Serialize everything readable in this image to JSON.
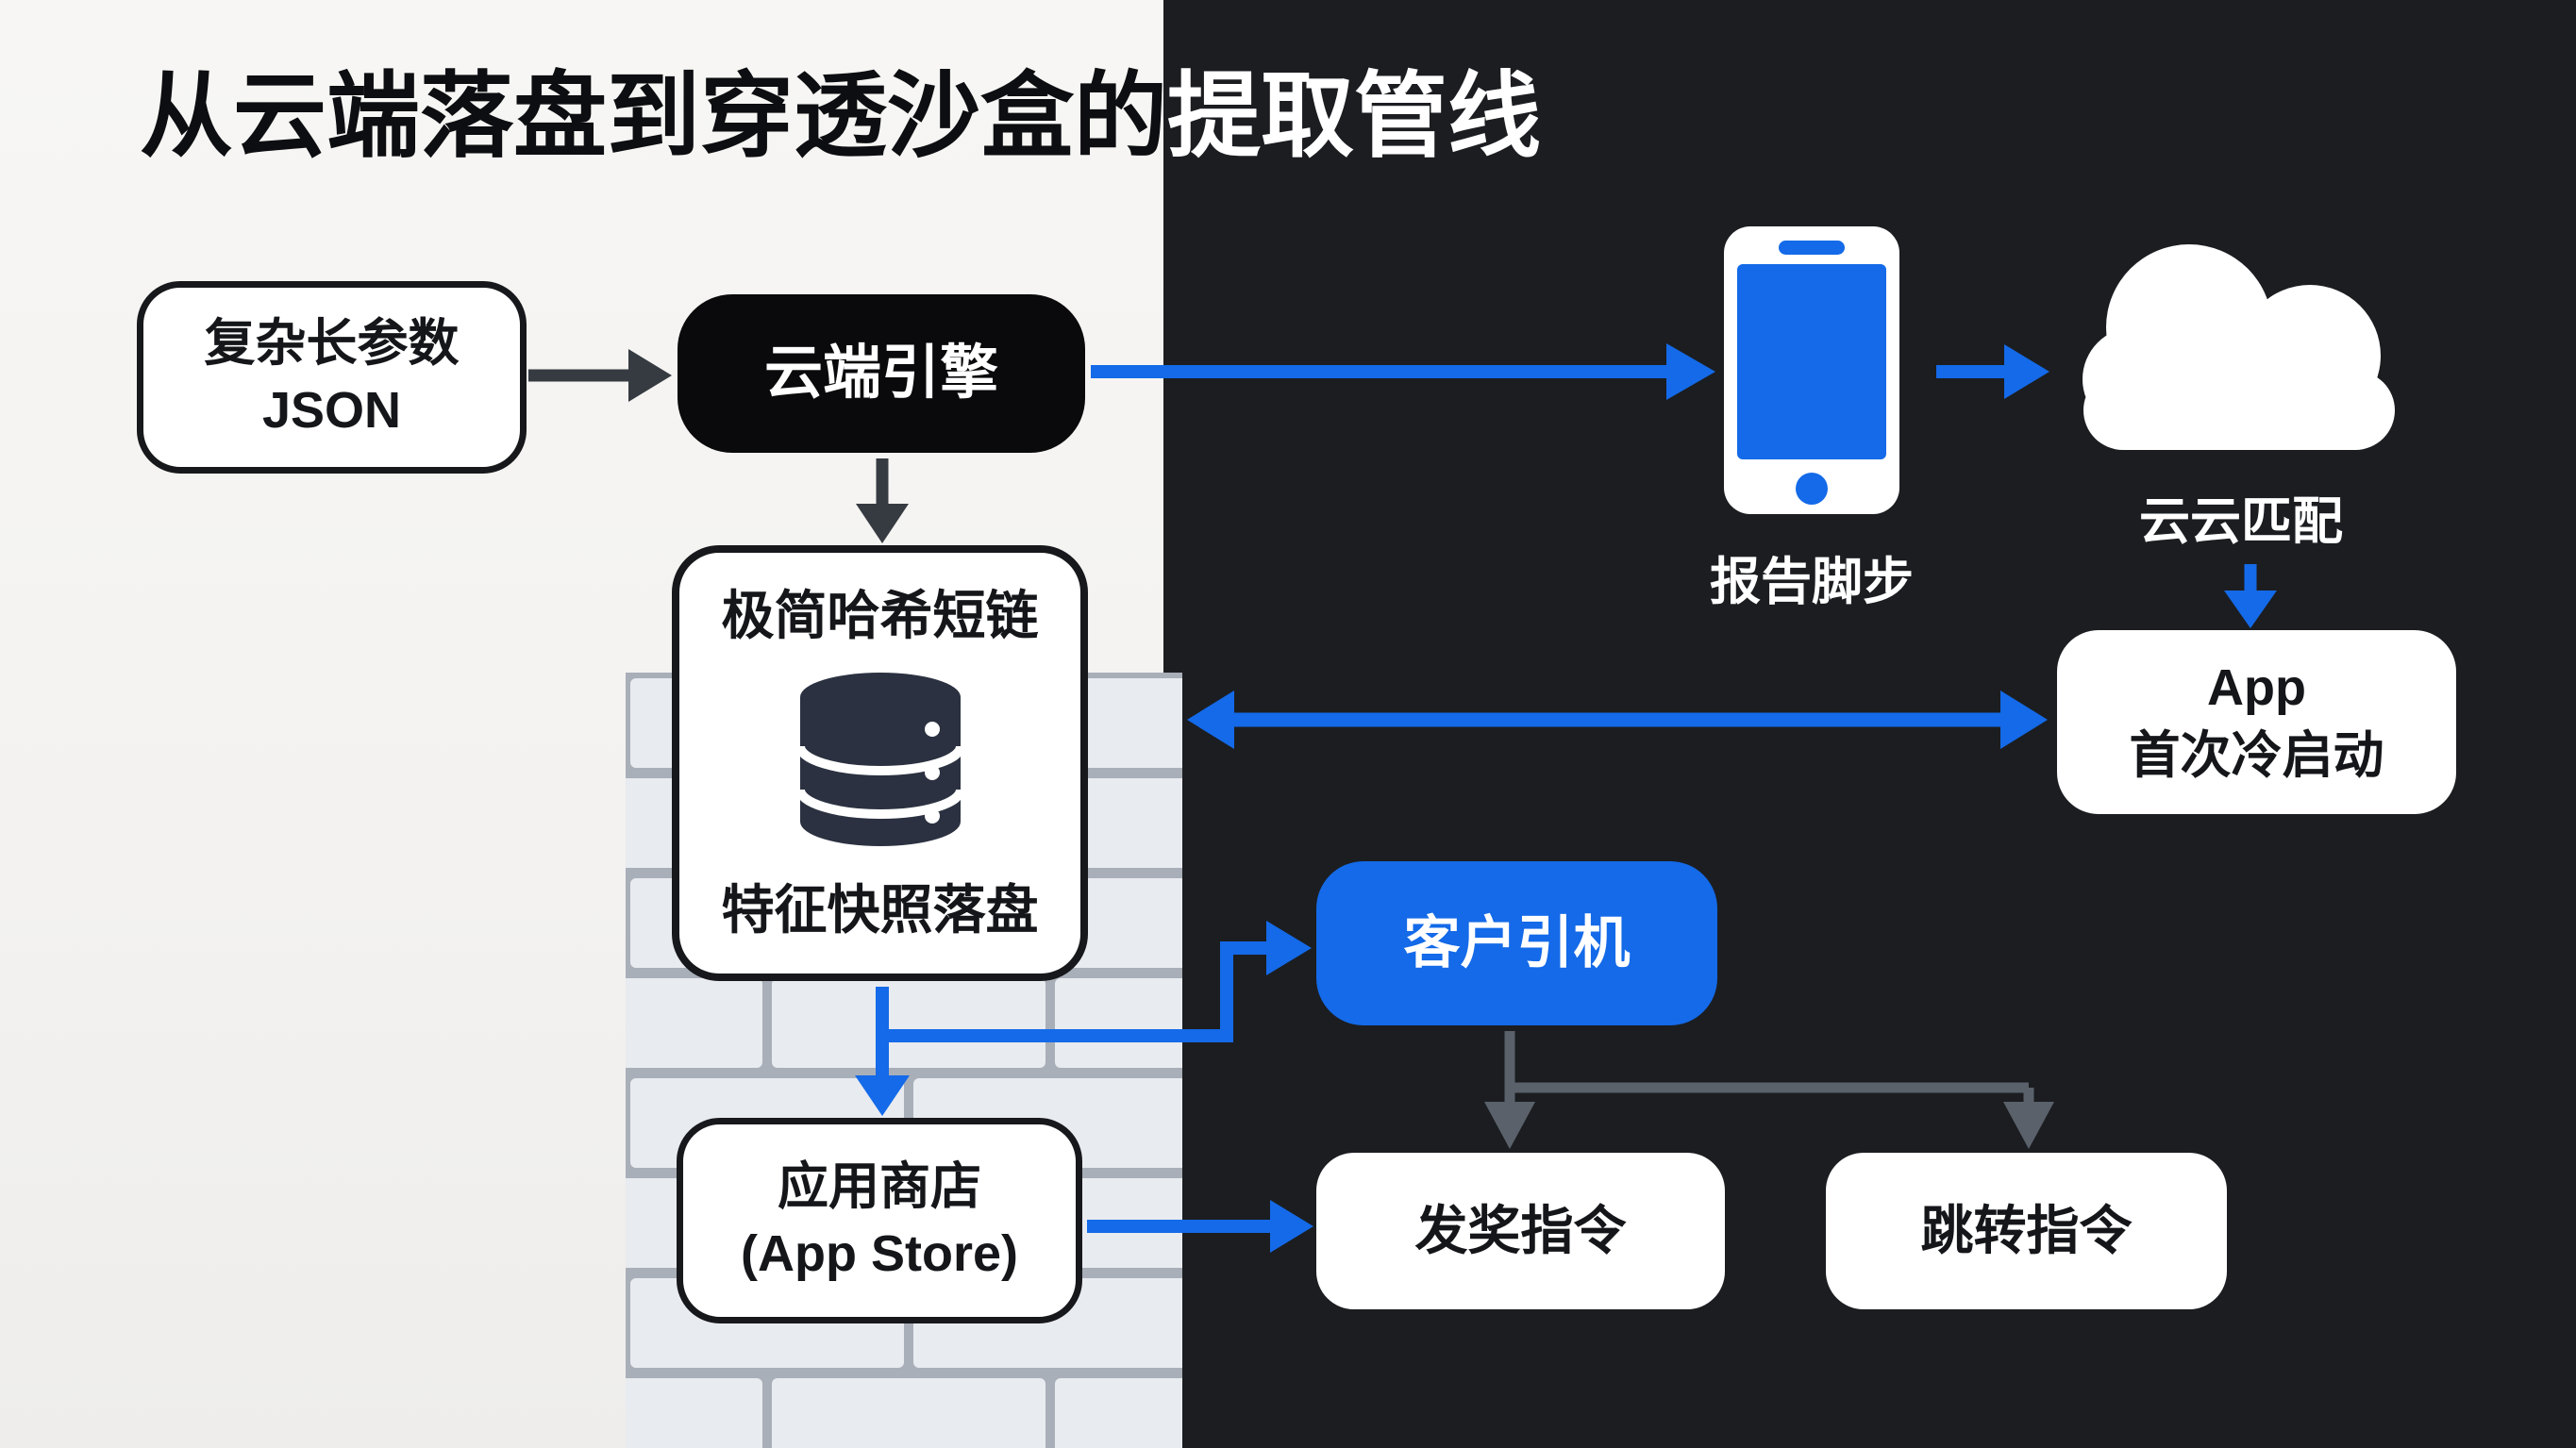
{
  "title": {
    "text": "从云端落盘到穿透沙盒的提取管线"
  },
  "nodes": {
    "json_params": {
      "line1": "复杂长参数",
      "line2": "JSON"
    },
    "cloud_engine": {
      "label": "云端引擎"
    },
    "report_phone": {
      "label": "报告脚步"
    },
    "cloud_match": {
      "label": "云云匹配"
    },
    "hash_snapshot": {
      "line1": "极简哈希短链",
      "line2": "特征快照落盘"
    },
    "app_cold_start": {
      "line1": "App",
      "line2": "首次冷启动"
    },
    "client_engine": {
      "label": "客户引机"
    },
    "app_store": {
      "line1": "应用商店",
      "line2": "(App Store)"
    },
    "reward_cmd": {
      "label": "发奖指令"
    },
    "jump_cmd": {
      "label": "跳转指令"
    }
  },
  "icons": {
    "phone": "smartphone-icon",
    "cloud": "cloud-icon",
    "database": "database-icon"
  },
  "colors": {
    "accent_blue": "#146ae8",
    "dark_background": "#1b1d21",
    "light_background": "#f4f3f1",
    "dark_arrow": "#363b42",
    "gray_arrow": "#5a616a",
    "node_black": "#0a0a0c",
    "brick_fill": "#e8ebf0",
    "brick_mortar": "#a9afb8"
  }
}
